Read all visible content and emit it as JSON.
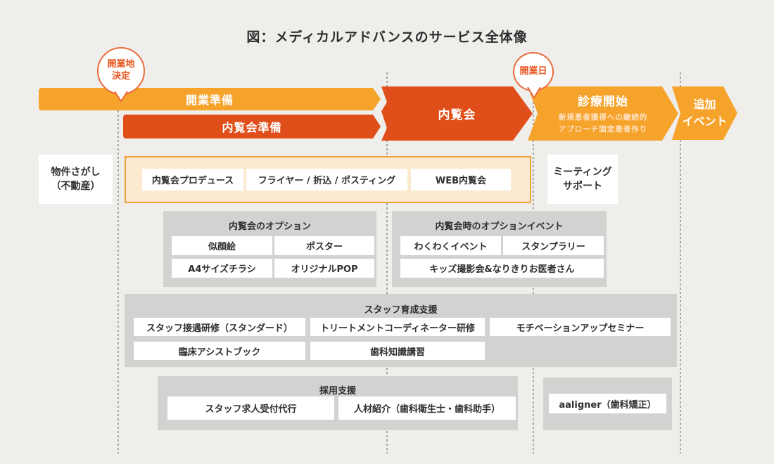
{
  "title": "図：メディカルアドバンスのサービス全体像",
  "colors": {
    "orange": "#F6A32C",
    "red_orange": "#E04E1A",
    "cream_bg": "#FBEACF",
    "cream_border": "#EF9F3E",
    "gray_panel": "#D2D2D1",
    "background": "#EFEEEB",
    "bubble_accent": "#E8541E"
  },
  "milestones": {
    "opening_site": {
      "line1": "開業地",
      "line2": "決定"
    },
    "opening_day": {
      "label": "開業日"
    }
  },
  "phases": {
    "preparation": {
      "label": "開業準備"
    },
    "naikenkai_prep": {
      "label": "内覧会準備"
    },
    "naikenkai": {
      "label": "内覧会"
    },
    "practice_start": {
      "label": "診療開始",
      "subline1": "新規患者獲得への継続的",
      "subline2": "アプローチ固定患者作り"
    },
    "extra_event": {
      "line1": "追加",
      "line2": "イベント"
    }
  },
  "panels": {
    "property_search": {
      "line1": "物件さがし",
      "line2": "（不動産）"
    },
    "naikenkai_services": {
      "items": [
        "内覧会プロデュース",
        "フライヤー / 折込 / ポスティング",
        "WEB内覧会"
      ]
    },
    "meeting_support": {
      "line1": "ミーティング",
      "line2": "サポート"
    },
    "naikenkai_options": {
      "title": "内覧会のオプション",
      "items": [
        "似顔絵",
        "ポスター",
        "A4サイズチラシ",
        "オリジナルPOP"
      ]
    },
    "naikenkai_event_options": {
      "title": "内覧会時のオプションイベント",
      "items": [
        "わくわくイベント",
        "スタンプラリー",
        "キッズ撮影会&なりきりお医者さん"
      ]
    },
    "staff_training": {
      "title": "スタッフ育成支援",
      "items": [
        "スタッフ接遇研修（スタンダード）",
        "トリートメントコーディネーター研修",
        "モチベーションアップセミナー",
        "臨床アシストブック",
        "歯科知識講習"
      ]
    },
    "recruitment": {
      "title": "採用支援",
      "items": [
        "スタッフ求人受付代行",
        "人材紹介（歯科衛生士・歯科助手）"
      ]
    },
    "aaligner": {
      "items": [
        "aaligner（歯科矯正）"
      ]
    }
  }
}
